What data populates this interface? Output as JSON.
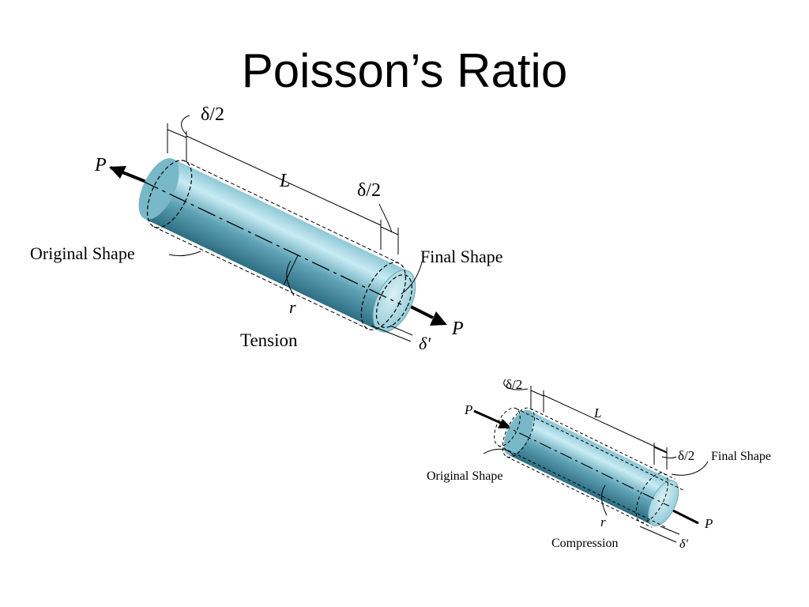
{
  "slide": {
    "title": "Poisson’s Ratio"
  },
  "colors": {
    "cylinder_dark": "#3f7f93",
    "cylinder_light": "#b9e3ee",
    "end_face": "#aedbe6",
    "ink": "#000000"
  },
  "tension": {
    "caption": "Tension",
    "force_left": "P",
    "force_right": "P",
    "length": "L",
    "elong_left": "δ/2",
    "elong_right": "δ/2",
    "lateral": "δ′",
    "radius": "r",
    "original_shape": "Original Shape",
    "final_shape": "Final Shape"
  },
  "compression": {
    "caption": "Compression",
    "force_left": "P",
    "force_right": "P",
    "length": "L",
    "elong_left": "δ/2",
    "elong_right": "δ/2",
    "lateral": "δ′",
    "radius": "r",
    "original_shape": "Original Shape",
    "final_shape": "Final Shape"
  }
}
